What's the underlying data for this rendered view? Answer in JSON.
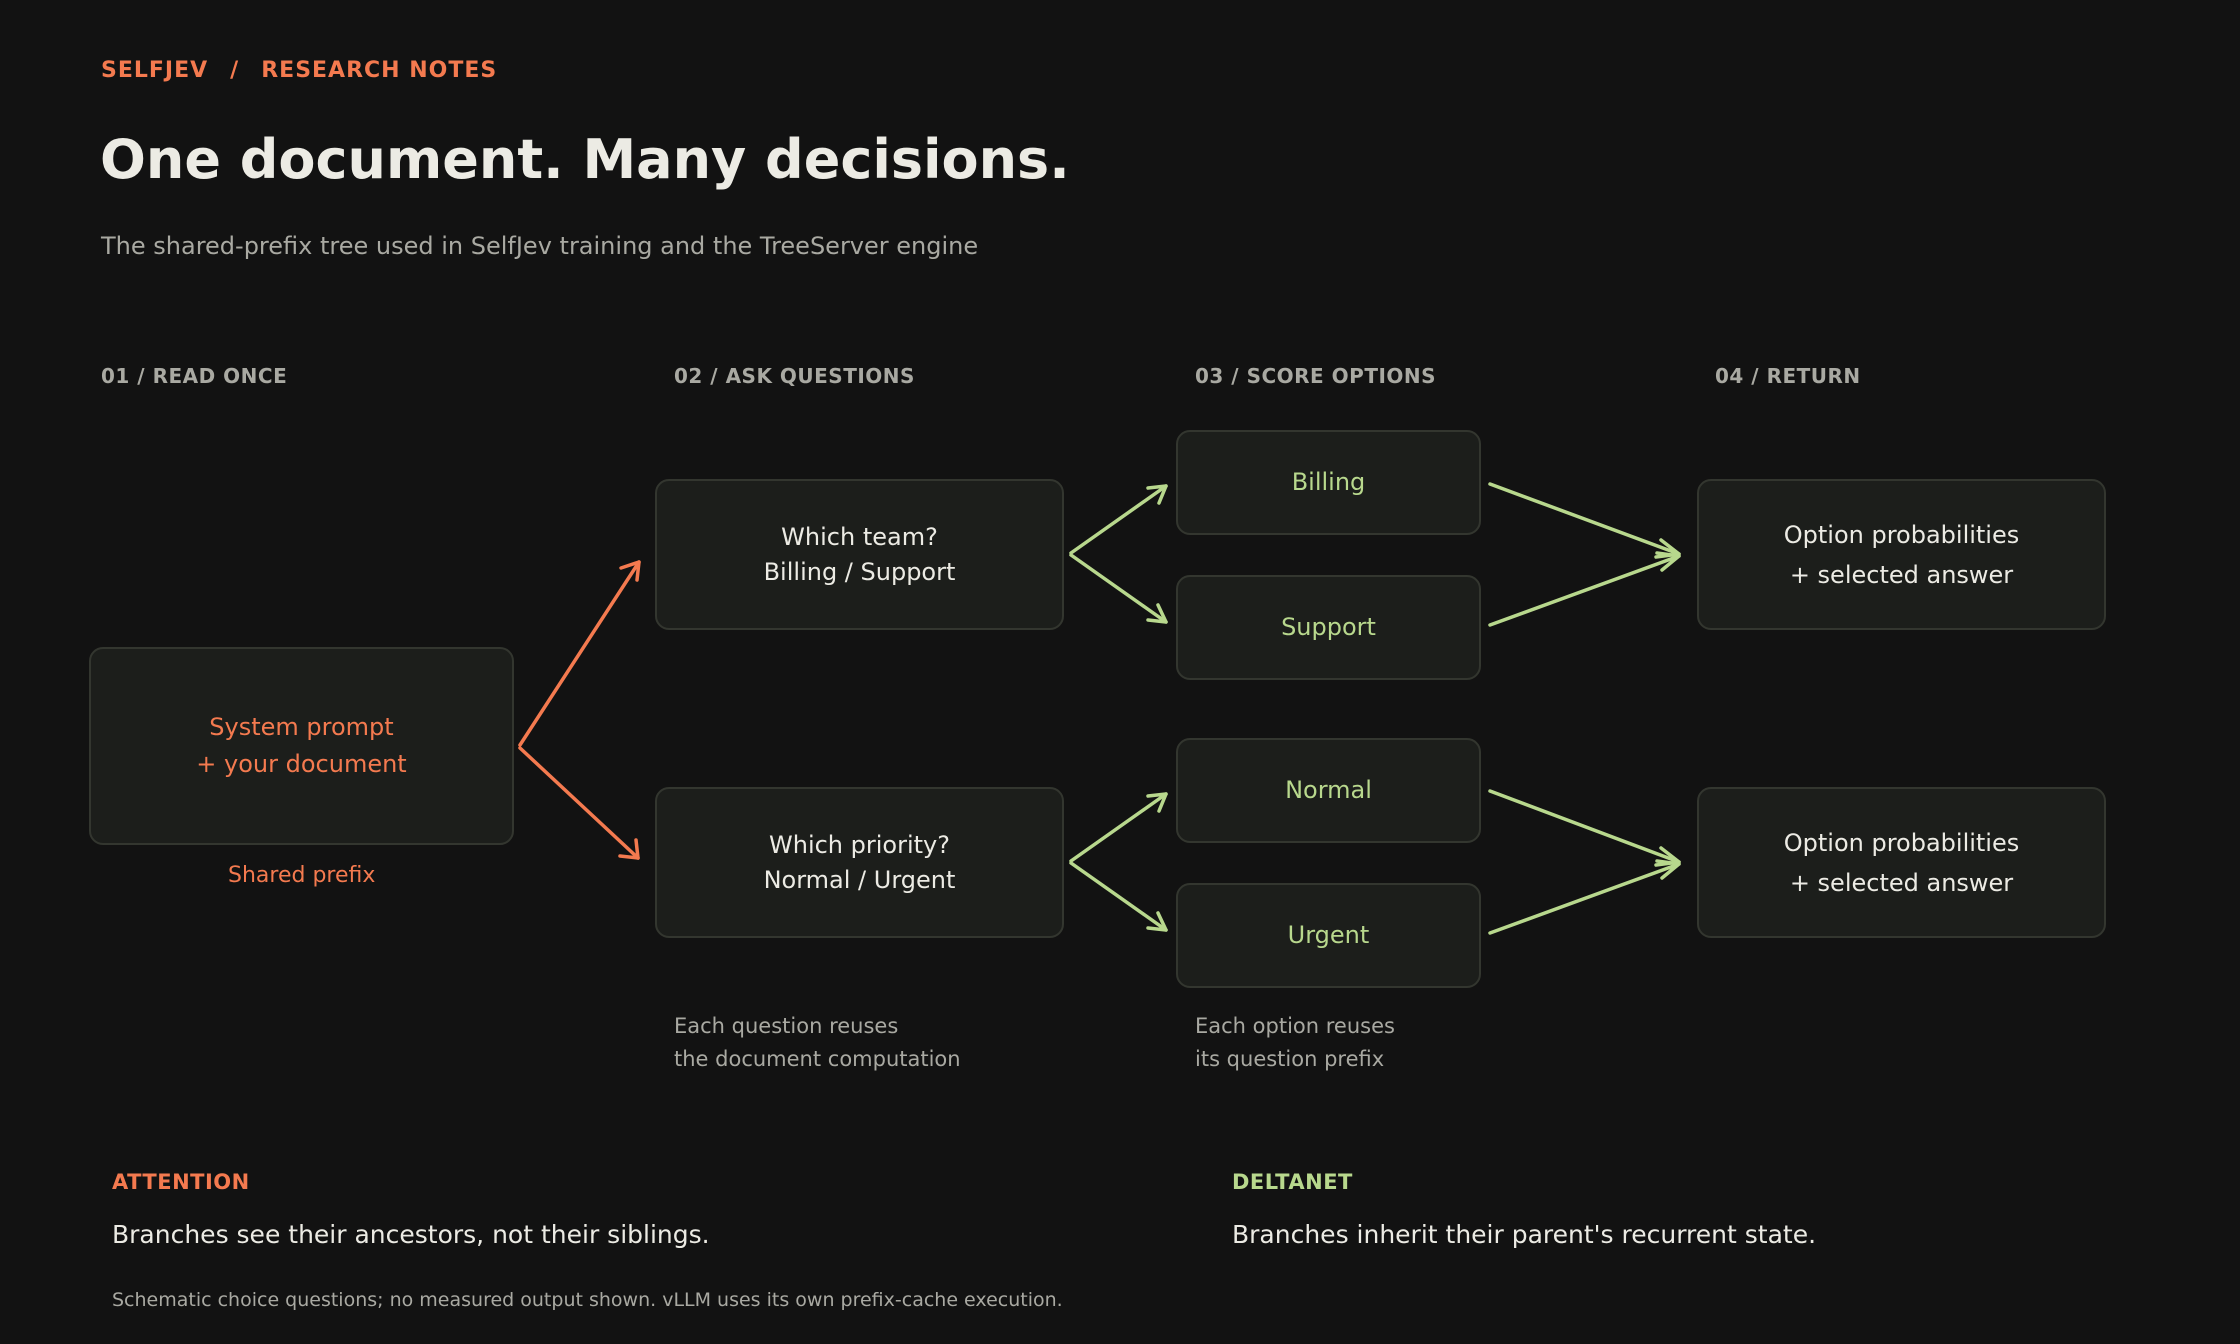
{
  "breadcrumb": {
    "brand": "SELFJEV",
    "separator": "/",
    "section": "RESEARCH NOTES"
  },
  "page_title": "One document. Many decisions.",
  "subtitle": "The shared-prefix tree used in SelfJev training and the TreeServer engine",
  "steps": [
    "01 / READ ONCE",
    "02 / ASK QUESTIONS",
    "03 / SCORE OPTIONS",
    "04 / RETURN"
  ],
  "nodes": {
    "document": "System prompt\n+ your document",
    "shared_prefix_caption": "Shared prefix",
    "questions": [
      {
        "text": "Which team?\nBilling / Support",
        "options": [
          "Billing",
          "Support"
        ]
      },
      {
        "text": "Which priority?\nNormal / Urgent",
        "options": [
          "Normal",
          "Urgent"
        ]
      }
    ],
    "returns": [
      "Option probabilities\n+ selected answer",
      "Option probabilities\n+ selected answer"
    ]
  },
  "notes": {
    "questions": "Each question reuses\nthe document computation",
    "options": "Each option reuses\nits question prefix"
  },
  "footer": {
    "attention": {
      "label": "ATTENTION",
      "text": "Branches see their ancestors, not their siblings."
    },
    "deltanet": {
      "label": "DELTANET",
      "text": "Branches inherit their parent's recurrent state."
    },
    "disclaimer": "Schematic choice questions; no measured output shown. vLLM uses its own prefix-cache execution."
  },
  "colors": {
    "background": "#121212",
    "accent_orange": "#f47a4f",
    "accent_green": "#b8d88d",
    "text_primary": "#ecebe4",
    "text_muted": "#a9a9a2",
    "box_fill": "#1c1e1b",
    "box_border": "#33362f"
  }
}
